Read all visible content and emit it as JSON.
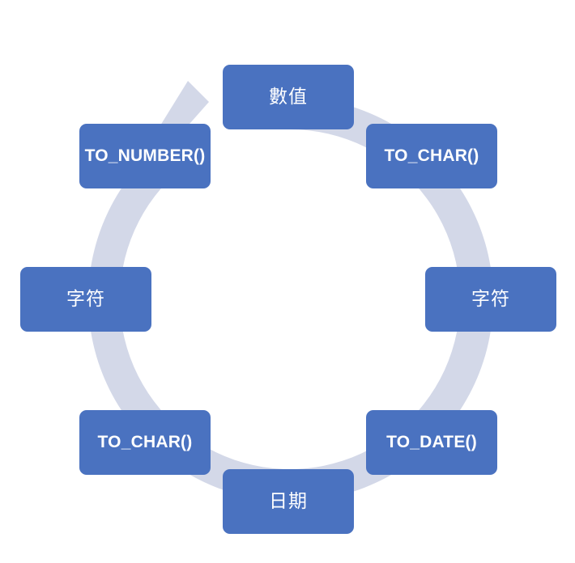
{
  "diagram": {
    "type": "circular-cycle",
    "title": "",
    "colors": {
      "node_fill": "#4A72C0",
      "node_text": "#FFFFFF",
      "ring": "#D3D8E8",
      "background": "#FFFFFF"
    },
    "ring": {
      "direction": "clockwise",
      "arrowhead_position": "top-left"
    },
    "nodes": [
      {
        "id": "numeric",
        "label": "數值",
        "kind": "type",
        "position": "top"
      },
      {
        "id": "to-char-1",
        "label": "TO_CHAR()",
        "kind": "function",
        "position": "top-right"
      },
      {
        "id": "char-right",
        "label": "字符",
        "kind": "type",
        "position": "right"
      },
      {
        "id": "to-date",
        "label": "TO_DATE()",
        "kind": "function",
        "position": "bottom-right"
      },
      {
        "id": "date",
        "label": "日期",
        "kind": "type",
        "position": "bottom"
      },
      {
        "id": "to-char-2",
        "label": "TO_CHAR()",
        "kind": "function",
        "position": "bottom-left"
      },
      {
        "id": "char-left",
        "label": "字符",
        "kind": "type",
        "position": "left"
      },
      {
        "id": "to-number",
        "label": "TO_NUMBER()",
        "kind": "function",
        "position": "top-left"
      }
    ]
  }
}
